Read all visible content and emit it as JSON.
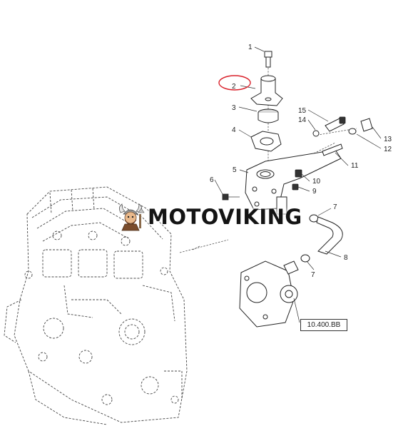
{
  "diagram": {
    "callouts": [
      {
        "id": "c1",
        "label": "1"
      },
      {
        "id": "c2",
        "label": "2"
      },
      {
        "id": "c3",
        "label": "3"
      },
      {
        "id": "c4",
        "label": "4"
      },
      {
        "id": "c5",
        "label": "5"
      },
      {
        "id": "c6",
        "label": "6"
      },
      {
        "id": "c7a",
        "label": "7"
      },
      {
        "id": "c7b",
        "label": "7"
      },
      {
        "id": "c8",
        "label": "8"
      },
      {
        "id": "c9",
        "label": "9"
      },
      {
        "id": "c10",
        "label": "10"
      },
      {
        "id": "c11",
        "label": "11"
      },
      {
        "id": "c12",
        "label": "12"
      },
      {
        "id": "c13",
        "label": "13"
      },
      {
        "id": "c14",
        "label": "14"
      },
      {
        "id": "c15",
        "label": "15"
      }
    ],
    "reference_box": "10.400.BB",
    "highlight_color": "#d9202a"
  },
  "watermark": {
    "text": "MOTOVIKING",
    "icon": "viking-mascot-icon"
  }
}
